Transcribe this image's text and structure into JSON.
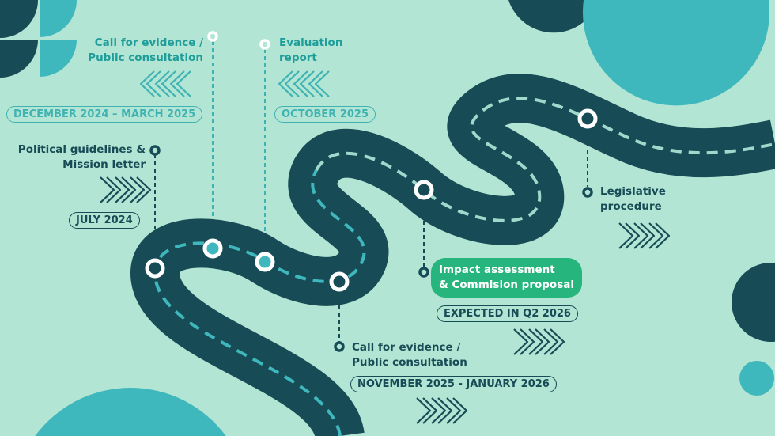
{
  "colors": {
    "background": "#b2e5d4",
    "road": "#174b55",
    "accent_teal": "#3fb3b3",
    "highlight_green": "#25b57d"
  },
  "milestones": [
    {
      "title": "Political guidelines & Mission letter",
      "line1": "Political guidelines &",
      "line2": "Mission letter",
      "date": "JULY 2024"
    },
    {
      "title": "Call for evidence / Public consultation",
      "line1": "Call for evidence /",
      "line2": "Public consultation",
      "date": "DECEMBER 2024 – MARCH 2025"
    },
    {
      "title": "Evaluation report",
      "line1": "Evaluation",
      "line2": "report",
      "date": "OCTOBER 2025"
    },
    {
      "title": "Call for evidence / Public consultation",
      "line1": "Call for evidence /",
      "line2": "Public consultation",
      "date": "NOVEMBER 2025 - JANUARY 2026"
    },
    {
      "title": "Impact assessment & Commision proposal",
      "line1": "Impact assessment",
      "line2": "& Commision proposal",
      "date": "EXPECTED IN Q2 2026"
    },
    {
      "title": "Legislative procedure",
      "line1": "Legislative",
      "line2": "procedure"
    }
  ]
}
